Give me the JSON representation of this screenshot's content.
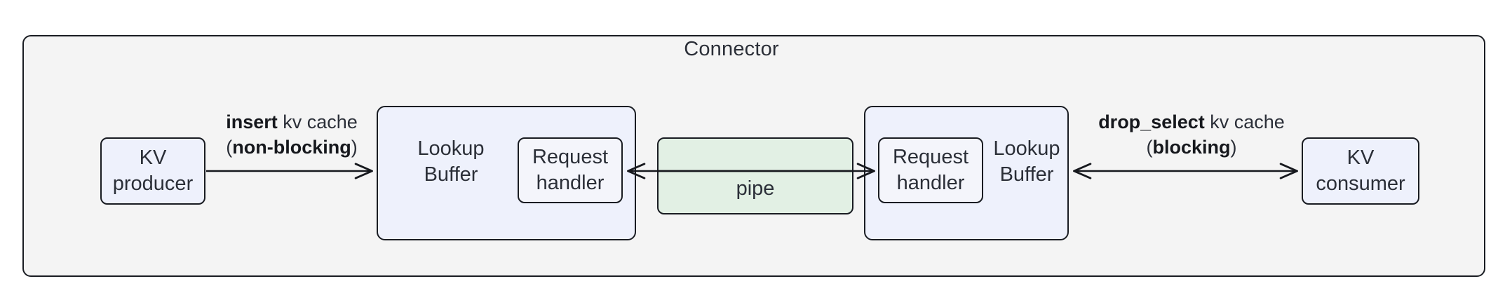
{
  "diagram": {
    "title": "Connector",
    "container_label": "Connector",
    "nodes": {
      "kv_producer": "KV\nproducer",
      "kv_producer_lines": [
        "KV",
        "producer"
      ],
      "lookup_buffer_left": [
        "Lookup",
        "Buffer"
      ],
      "request_handler_left": [
        "Request",
        "handler"
      ],
      "pipe": "pipe",
      "request_handler_right": [
        "Request",
        "handler"
      ],
      "lookup_buffer_right": [
        "Lookup",
        "Buffer"
      ],
      "kv_consumer_lines": [
        "KV",
        "consumer"
      ]
    },
    "edges": {
      "insert": {
        "bold_1": "insert",
        "plain_1": " kv cache",
        "open_paren": "(",
        "bold_2": "non-blocking",
        "close_paren": ")",
        "direction": "right"
      },
      "drop_select": {
        "bold_1": "drop_select",
        "plain_1": " kv cache",
        "open_paren": "(",
        "bold_2": "blocking",
        "close_paren": ")",
        "direction": "both"
      },
      "pipe_left": {
        "direction": "left"
      },
      "pipe_right": {
        "direction": "right"
      }
    },
    "colors": {
      "container_fill": "#f4f4f4",
      "node_blue_fill": "#eef1fc",
      "node_inner_fill": "#f4f5fb",
      "pipe_green_fill": "#e2f0e4",
      "stroke": "#191c22",
      "text": "#2b2f38"
    }
  }
}
